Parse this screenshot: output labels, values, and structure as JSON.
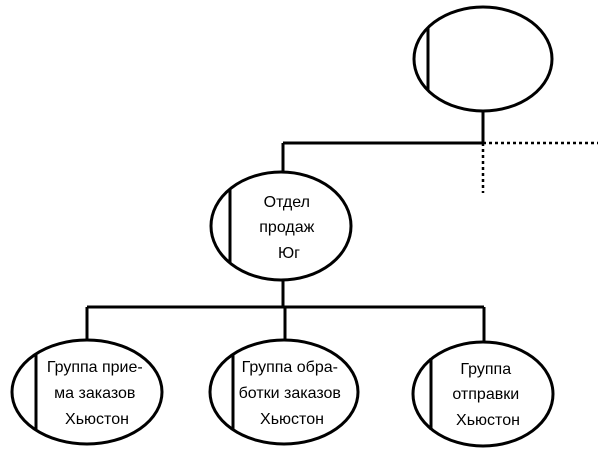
{
  "nodes": {
    "top": {
      "lines": []
    },
    "dept": {
      "lines": [
        "Отдел",
        "продаж",
        "Юг"
      ]
    },
    "order_receipt": {
      "lines": [
        "Группа прие-",
        "ма заказов",
        "Хьюстон"
      ]
    },
    "order_processing": {
      "lines": [
        "Группа обра-",
        "ботки заказов",
        "Хьюстон"
      ]
    },
    "shipping": {
      "lines": [
        "Группа",
        "отправки",
        "Хьюстон"
      ]
    }
  }
}
